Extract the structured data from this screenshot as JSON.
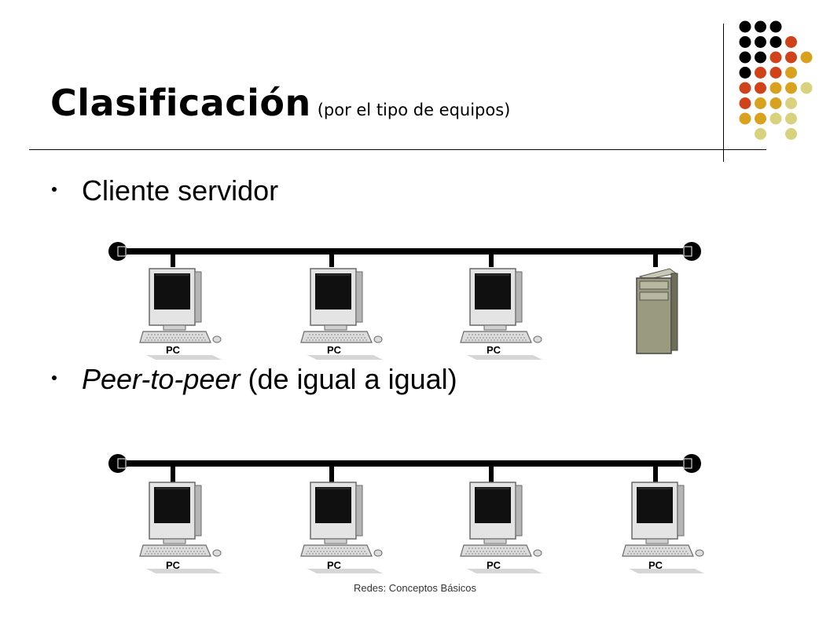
{
  "slide": {
    "title": "Clasificación",
    "title_sub": "(por el tipo de equipos)",
    "bullets": {
      "client_server": "Cliente servidor",
      "peer_term": "Peer-to-peer",
      "peer_rest": " (de igual a igual)"
    },
    "network1": {
      "labels": [
        "PC",
        "PC",
        "PC"
      ]
    },
    "network2": {
      "labels": [
        "PC",
        "PC",
        "PC",
        "PC"
      ]
    },
    "footer": "Redes: Conceptos Básicos"
  },
  "colors": {
    "black": "#000000",
    "red": "#d0431a",
    "gold": "#d9a21e",
    "khaki": "#d8d27e",
    "server": "#9a9a7e"
  },
  "icons": {
    "pc": "pc-icon",
    "server": "server-icon",
    "terminator": "bus-terminator-icon"
  }
}
